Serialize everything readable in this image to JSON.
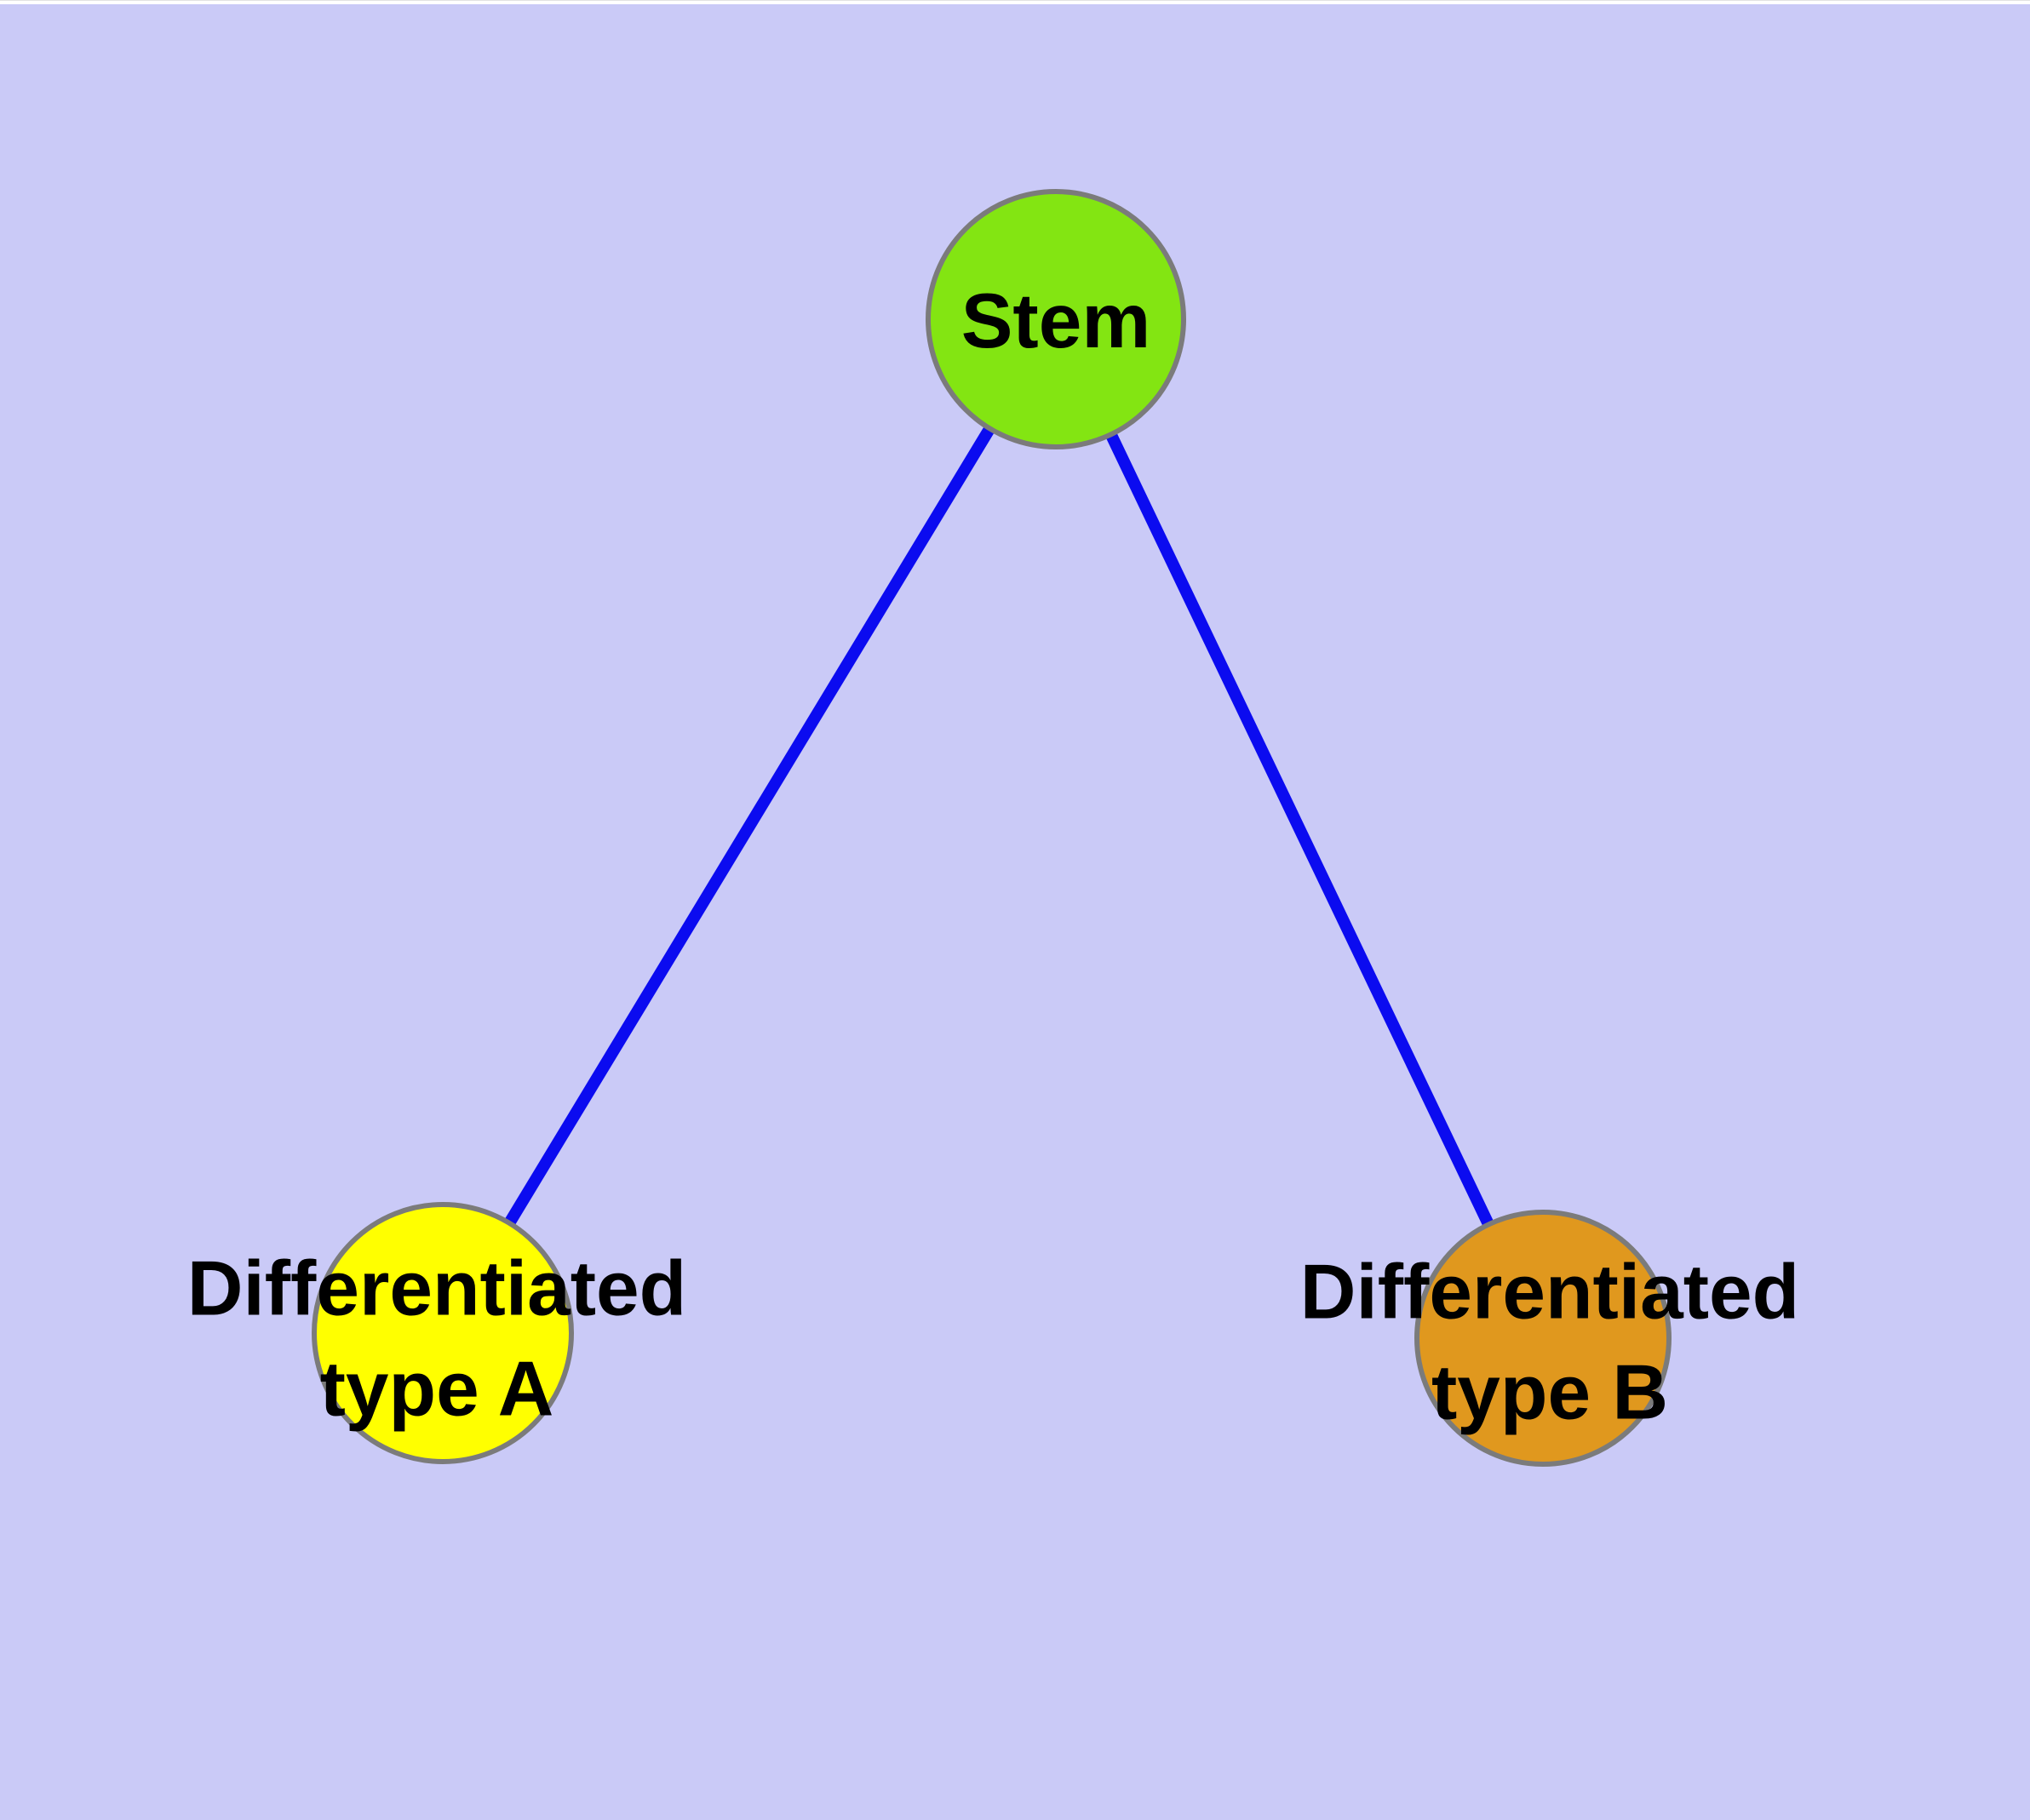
{
  "diagram": {
    "type": "node-link-graph",
    "background_color": "#cacaf7",
    "edge_color": "#0b0bf0",
    "node_border_color": "#7b7b7b",
    "text_color": "#000000",
    "nodes": [
      {
        "id": "stem",
        "label": "Stem",
        "color": "#83e512"
      },
      {
        "id": "diff-a",
        "label": "Differentiated\ntype A",
        "color": "#ffff00"
      },
      {
        "id": "diff-b",
        "label": "Differentiated\ntype B",
        "color": "#e0981e"
      }
    ],
    "edges": [
      {
        "from": "stem",
        "to": "diff-a"
      },
      {
        "from": "stem",
        "to": "diff-b"
      }
    ]
  }
}
